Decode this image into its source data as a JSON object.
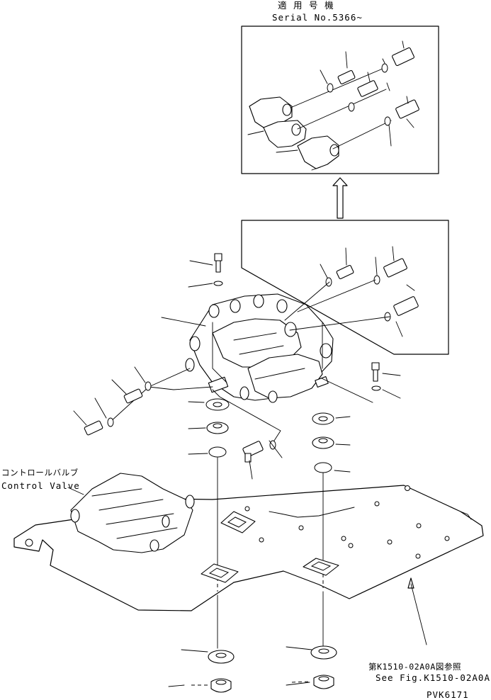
{
  "header": {
    "applicable_models_jp": "適 用 号 機",
    "serial": "Serial No.5366~"
  },
  "callouts": {
    "control_valve_jp": "コントロールバルブ",
    "control_valve_en": "Control Valve",
    "ref_jp": "第K1510-02A0A図参照",
    "ref_en": "See Fig.K1510-02A0A"
  },
  "footer": {
    "drawing_number": "PVK6171"
  }
}
